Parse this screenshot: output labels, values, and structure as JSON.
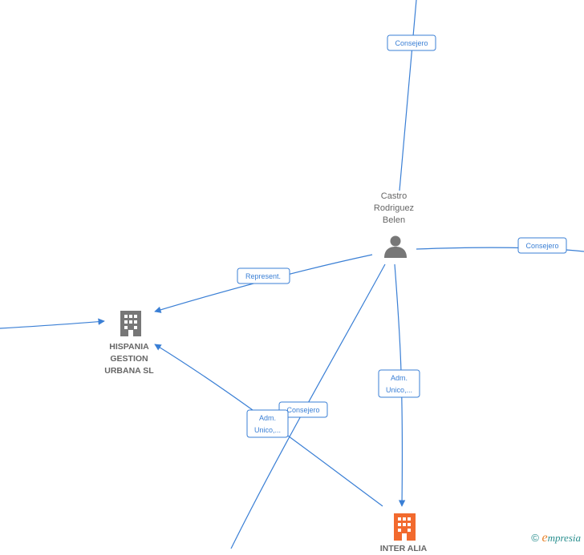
{
  "nodes": {
    "person": {
      "name": "Castro\nRodriguez\nBelen",
      "icon": "person-icon",
      "color": "#777777"
    },
    "hispania": {
      "name": "HISPANIA\nGESTION\nURBANA  SL",
      "icon": "building-icon",
      "color": "#777777"
    },
    "interalia": {
      "name": "INTER ALIA",
      "icon": "building-icon",
      "color": "#f26a2e"
    }
  },
  "edges": {
    "consejero_top": "Consejero",
    "consejero_right": "Consejero",
    "represent": "Represent.",
    "adm_unico_right": "Adm.\nUnico,...",
    "consejero_mid": "Consejero",
    "adm_unico_left": "Adm.\nUnico,..."
  },
  "colors": {
    "edge": "#3a7fd5",
    "accent": "#f26a2e"
  },
  "watermark": {
    "copyright": "©",
    "brand_initial": "e",
    "brand_rest": "mpresia"
  }
}
